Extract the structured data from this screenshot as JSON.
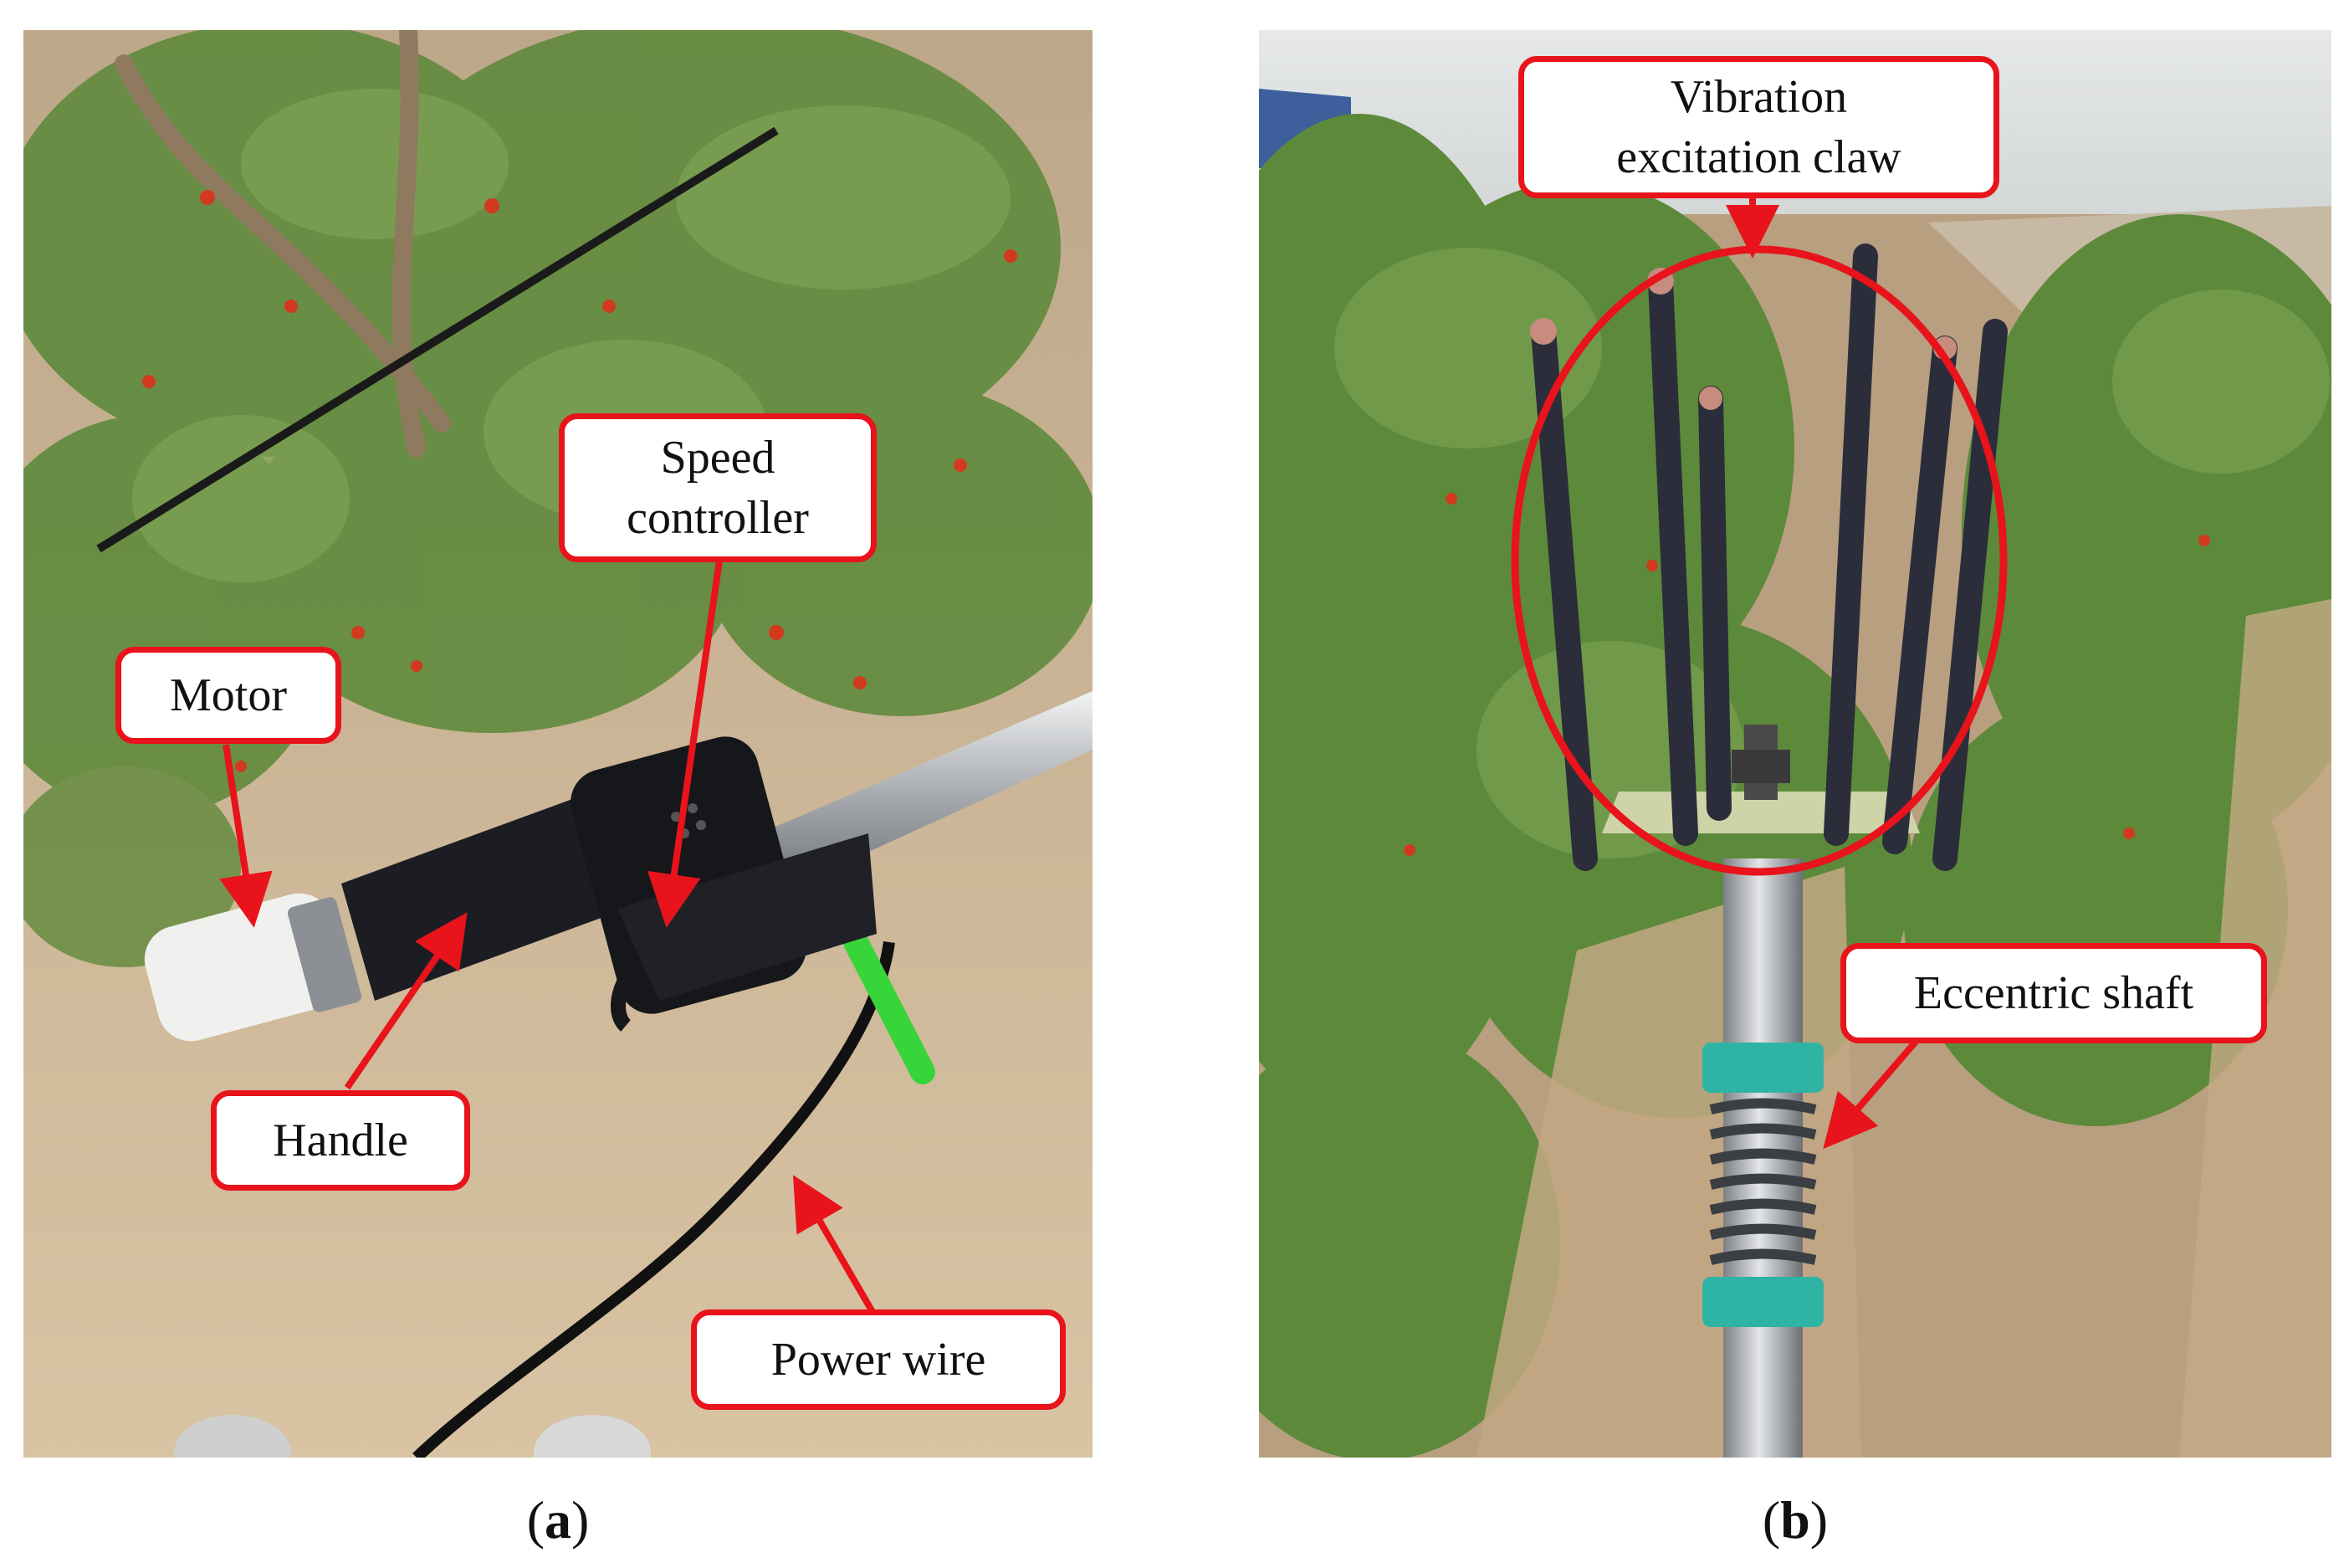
{
  "figure": {
    "panel_a": {
      "caption_open": "(",
      "caption_letter": "a",
      "caption_close": ")",
      "labels": {
        "motor": "Motor",
        "speed_controller": "Speed\ncontroller",
        "handle": "Handle",
        "power_wire": "Power wire"
      }
    },
    "panel_b": {
      "caption_open": "(",
      "caption_letter": "b",
      "caption_close": ")",
      "labels": {
        "vibration_claw": "Vibration\nexcitation claw",
        "eccentric_shaft": "Eccentric shaft"
      }
    },
    "colors": {
      "callout_red": "#e8131b",
      "soil": "#c9ae8a",
      "foliage": "#5f8a3c",
      "berry": "#d23a1f",
      "device_black": "#1c1d22",
      "wire_green": "#37d43a",
      "shaft_steel": "#b9bcbf",
      "spring_teal": "#2fb3a5"
    }
  }
}
